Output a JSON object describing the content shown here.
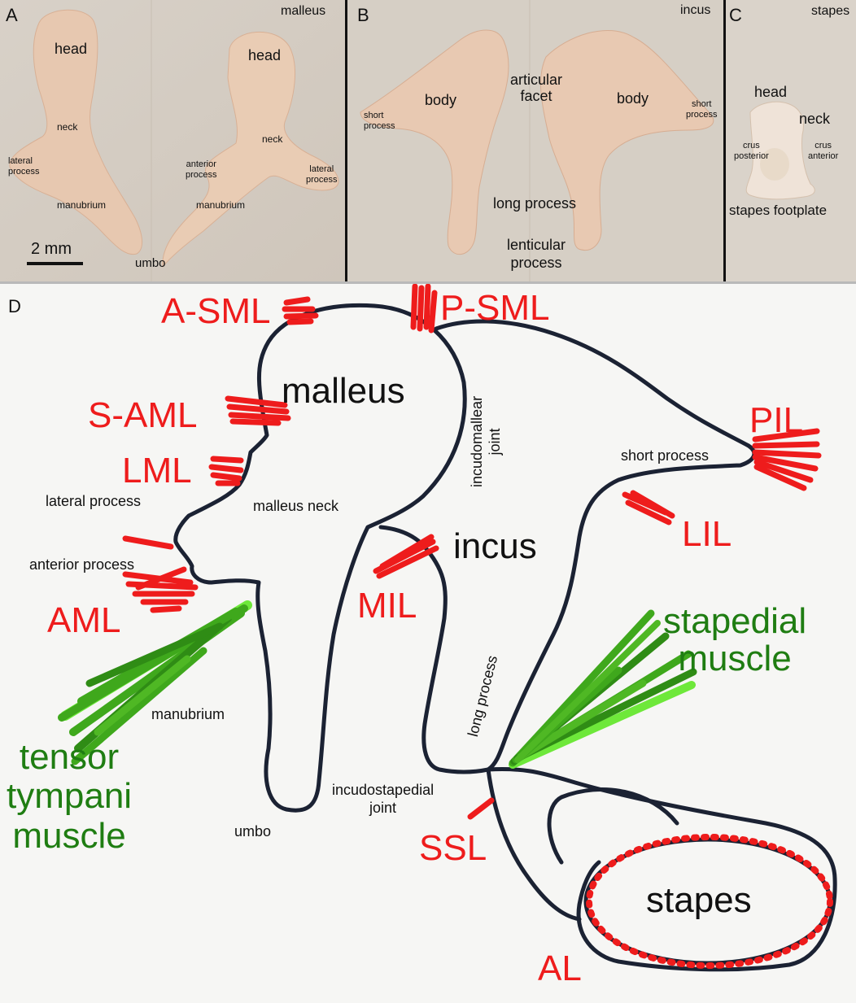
{
  "panels": {
    "a": {
      "letter": "A",
      "title": "malleus",
      "labels": {
        "head_left": "head",
        "head_right": "head",
        "neck_left": "neck",
        "neck_right": "neck",
        "lateral_process_left": "lateral\nprocess",
        "lateral_process_right": "lateral\nprocess",
        "anterior_process": "anterior\nprocess",
        "manubrium_left": "manubrium",
        "manubrium_right": "manubrium",
        "umbo": "umbo",
        "scale_bar": "2 mm"
      }
    },
    "b": {
      "letter": "B",
      "title": "incus",
      "labels": {
        "short_process_left": "short\nprocess",
        "short_process_right": "short\nprocess",
        "body_left": "body",
        "body_right": "body",
        "articular_facet": "articular\nfacet",
        "long_process": "long process",
        "lenticular_process": "lenticular\nprocess"
      }
    },
    "c": {
      "letter": "C",
      "title": "stapes",
      "labels": {
        "head": "head",
        "neck": "neck",
        "crus_posterior": "crus\nposterior",
        "crus_anterior": "crus\nanterior",
        "stapes_footplate": "stapes footplate"
      }
    },
    "d": {
      "letter": "D",
      "bones": {
        "malleus": "malleus",
        "incus": "incus",
        "stapes": "stapes"
      },
      "structures": {
        "incudomallear_joint": "incudomallear\njoint",
        "short_process": "short process",
        "lateral_process": "lateral process",
        "malleus_neck": "malleus neck",
        "anterior_process": "anterior process",
        "manubrium": "manubrium",
        "long_process": "long process",
        "incudostapedial_joint": "incudostapedial\njoint",
        "umbo": "umbo"
      },
      "ligaments": {
        "a_sml": "A-SML",
        "p_sml": "P-SML",
        "s_aml": "S-AML",
        "lml": "LML",
        "pil": "PIL",
        "lil": "LIL",
        "aml": "AML",
        "mil": "MIL",
        "ssl": "SSL",
        "al": "AL"
      },
      "muscles": {
        "stapedial": "stapedial\nmuscle",
        "tensor_tympani": "tensor\ntympani\nmuscle"
      }
    }
  },
  "colors": {
    "ligament": "#ee1c1c",
    "muscle_text": "#1f7d12",
    "muscle_fill": "#3fa81c",
    "muscle_highlight": "#6ee83a",
    "bone_outline": "#1b2233",
    "photo_background": "#dcd6cf",
    "bone_tissue": "#e6c5ac"
  }
}
